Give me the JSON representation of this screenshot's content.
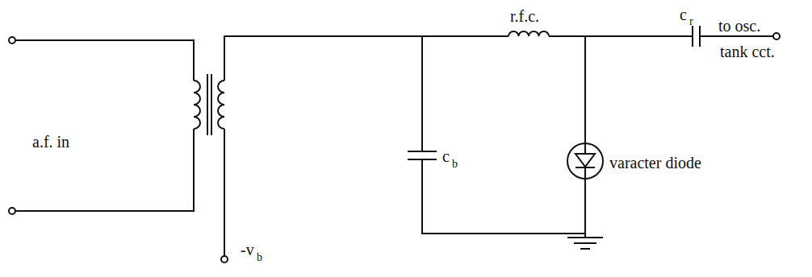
{
  "diagram": {
    "labels": [
      "a.f. in",
      "r.f.c.",
      "c",
      "r",
      "to osc.",
      "tank cct.",
      "c",
      "b",
      "varacter diode",
      "-v",
      "b"
    ]
  }
}
